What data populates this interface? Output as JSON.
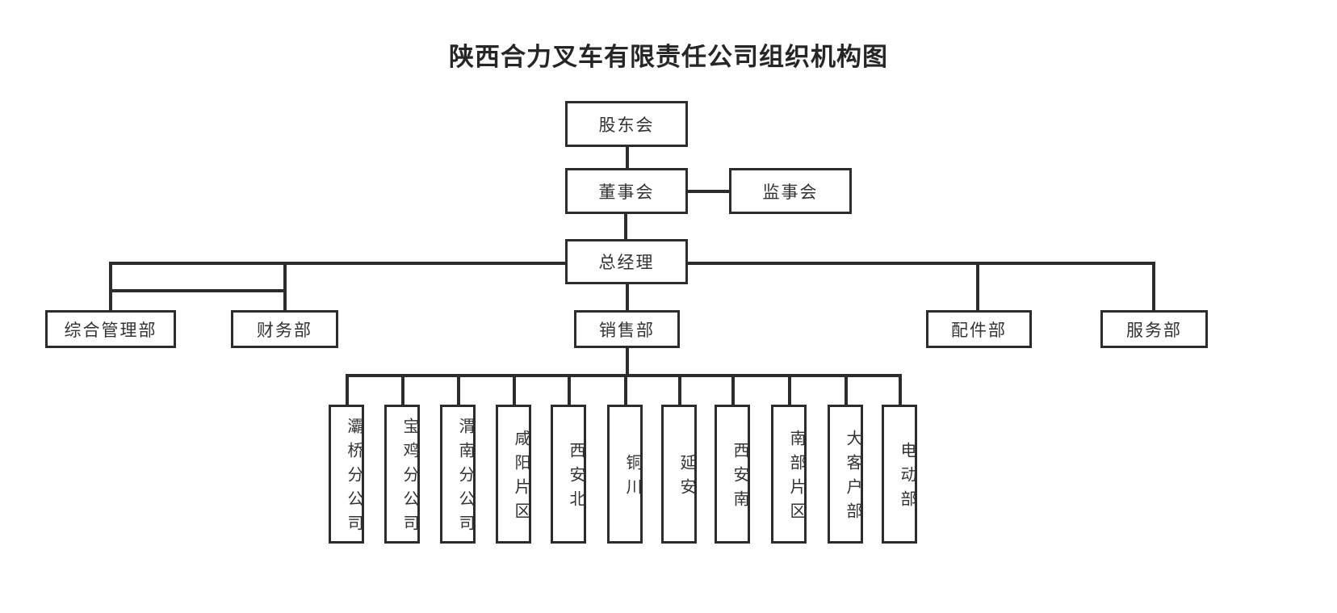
{
  "page": {
    "title": "陕西合力叉车有限责任公司组织机构图",
    "background_color": "#ffffff",
    "line_color": "#2c2c2c",
    "text_color": "#333333"
  },
  "org": {
    "shareholders": "股东会",
    "board": "董事会",
    "supervisors": "监事会",
    "general_manager": "总经理",
    "departments": [
      {
        "label": "综合管理部"
      },
      {
        "label": "财务部"
      },
      {
        "label": "销售部"
      },
      {
        "label": "配件部"
      },
      {
        "label": "服务部"
      }
    ],
    "sales_units": [
      {
        "label": "灞桥分公司"
      },
      {
        "label": "宝鸡分公司"
      },
      {
        "label": "渭南分公司"
      },
      {
        "label": "咸阳片区"
      },
      {
        "label": "西安北"
      },
      {
        "label": "铜川"
      },
      {
        "label": "延安"
      },
      {
        "label": "西安南"
      },
      {
        "label": "南部片区"
      },
      {
        "label": "大客户部"
      },
      {
        "label": "电动部"
      }
    ]
  }
}
